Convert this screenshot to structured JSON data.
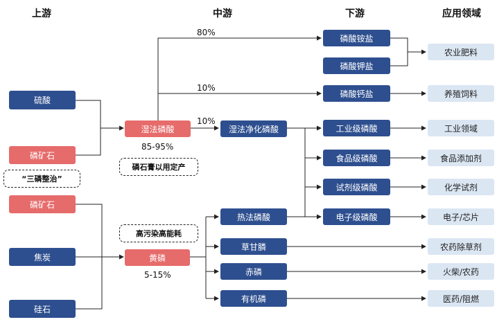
{
  "colors": {
    "node_blue": "#2e4f8f",
    "node_red": "#e66b6b",
    "app_bg": "#dbe6f3",
    "line": "#222222"
  },
  "headers": {
    "upstream": "上游",
    "midstream": "中游",
    "downstream": "下游",
    "application": "应用领域"
  },
  "upstream": {
    "sulfuric_acid": "硫酸",
    "phosphate_rock_1": "磷矿石",
    "three_phosphorus_note": "“三磷整治”",
    "phosphate_rock_2": "磷矿石",
    "coke": "焦炭",
    "silica": "硅石"
  },
  "midstream": {
    "wet_phosphoric_acid": "湿法磷酸",
    "wet_share": "85-95%",
    "phosphogypsum_note": "磷石膏以用定产",
    "purified_acid": "湿法净化磷酸",
    "yellow_phosphorus": "黄磷",
    "yellow_share": "5-15%",
    "pollution_note": "高污染高能耗",
    "thermal_acid": "热法磷酸",
    "glyphosate": "草甘膦",
    "red_phosphorus": "赤磷",
    "organic_phosphorus": "有机磷"
  },
  "flow_labels": {
    "pct_80": "80%",
    "pct_10a": "10%",
    "pct_10b": "10%"
  },
  "downstream": {
    "ammonium_phosphate": "磷酸铵盐",
    "potassium_phosphate": "磷酸钾盐",
    "calcium_phosphate": "磷酸钙盐",
    "industrial_grade": "工业级磷酸",
    "food_grade": "食品级磷酸",
    "reagent_grade": "试剂级磷酸",
    "electronic_grade": "电子级磷酸"
  },
  "applications": {
    "fertilizer": "农业肥料",
    "feed": "养殖饲料",
    "industrial": "工业领域",
    "food_additive": "食品添加剂",
    "chemical_reagent": "化学试剂",
    "electronics": "电子/芯片",
    "herbicide": "农药除草剂",
    "matches": "火柴/农药",
    "medicine": "医药/阻燃"
  }
}
